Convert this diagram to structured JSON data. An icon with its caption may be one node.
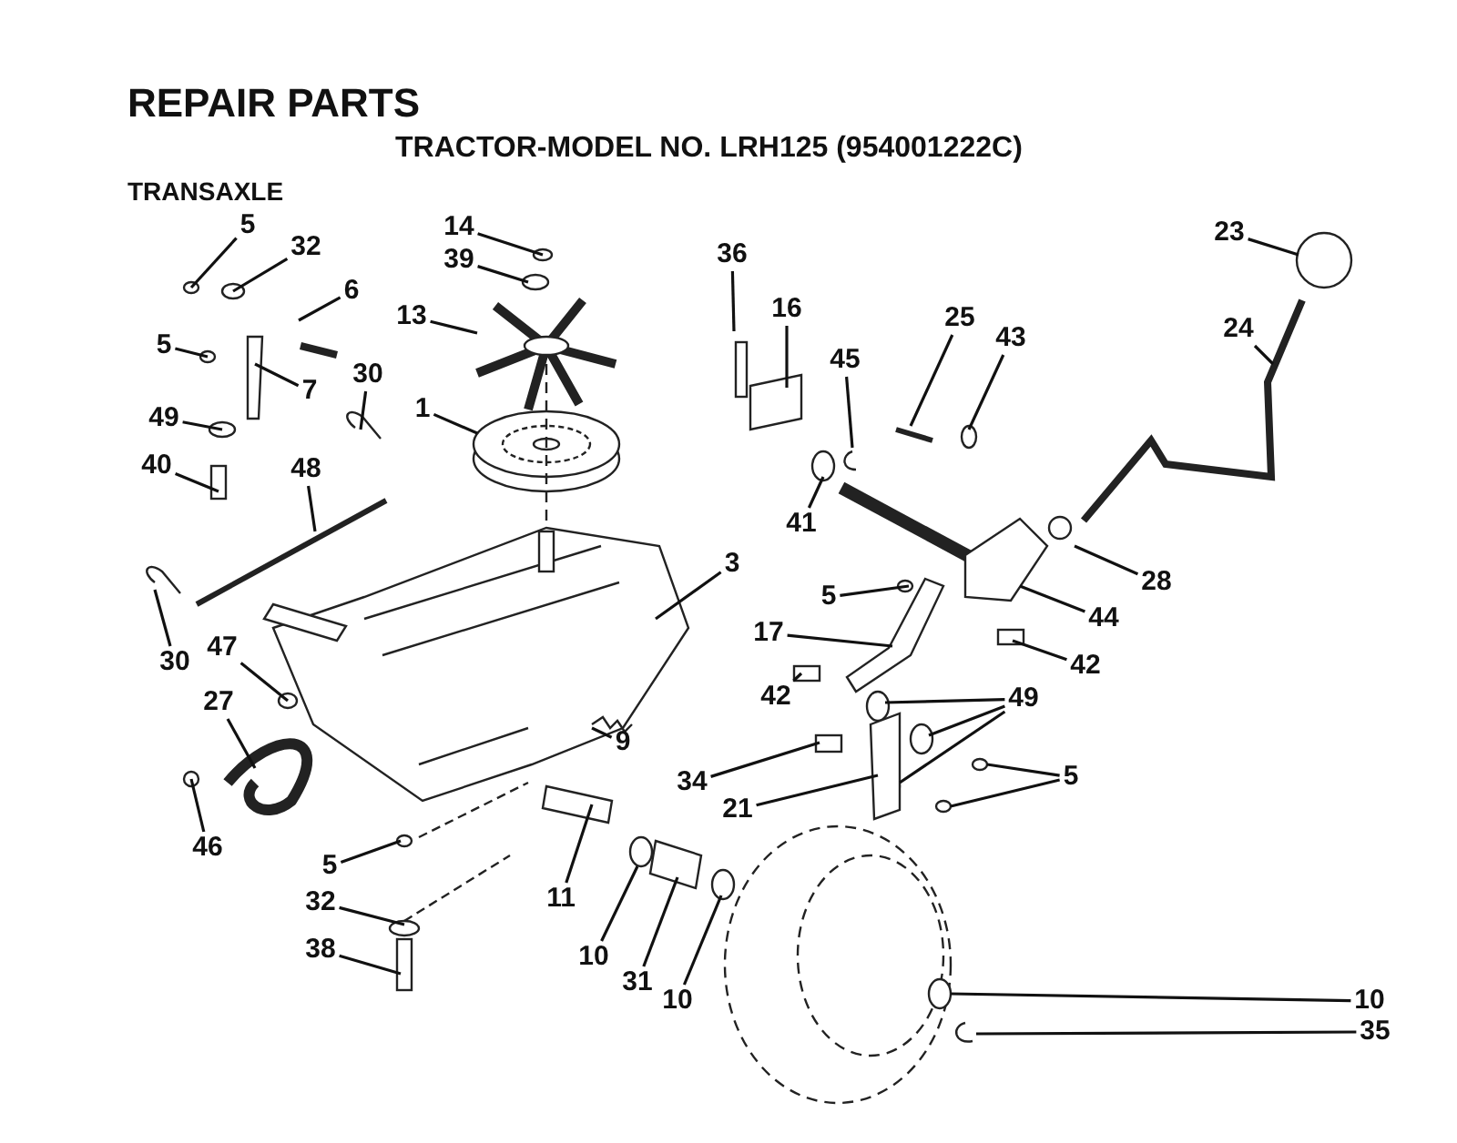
{
  "diagram": {
    "title": "REPAIR PARTS",
    "nodes": [
      {
        "text": [
          "5"
        ]
      },
      {
        "text": [
          "32"
        ]
      },
      {
        "text": [
          "6"
        ]
      },
      {
        "text": [
          "5"
        ]
      },
      {
        "text": [
          "7"
        ]
      },
      {
        "text": [
          "30"
        ]
      },
      {
        "text": [
          "49"
        ]
      },
      {
        "text": [
          "40"
        ]
      },
      {
        "text": [
          "1"
        ]
      },
      {
        "text": [
          "48"
        ]
      },
      {
        "text": [
          "13"
        ]
      },
      {
        "text": [
          "14"
        ]
      },
      {
        "text": [
          "39"
        ]
      },
      {
        "text": [
          "36"
        ]
      },
      {
        "text": [
          "16"
        ]
      },
      {
        "text": [
          "45"
        ]
      },
      {
        "text": [
          "41"
        ]
      },
      {
        "text": [
          "25"
        ]
      },
      {
        "text": [
          "43"
        ]
      },
      {
        "text": [
          "23"
        ]
      },
      {
        "text": [
          "24"
        ]
      },
      {
        "text": [
          "3"
        ]
      },
      {
        "text": [
          "28"
        ]
      },
      {
        "text": [
          "44"
        ]
      },
      {
        "text": [
          "5"
        ]
      },
      {
        "text": [
          "17"
        ]
      },
      {
        "text": [
          "42"
        ]
      },
      {
        "text": [
          "42"
        ]
      },
      {
        "text": [
          "49"
        ]
      },
      {
        "text": [
          "47"
        ]
      },
      {
        "text": [
          "30"
        ]
      },
      {
        "text": [
          "27"
        ]
      },
      {
        "text": [
          "9"
        ]
      },
      {
        "text": [
          "34"
        ]
      },
      {
        "text": [
          "21"
        ]
      },
      {
        "text": [
          "5"
        ]
      },
      {
        "text": [
          "46"
        ]
      },
      {
        "text": [
          "5"
        ]
      },
      {
        "text": [
          "11"
        ]
      },
      {
        "text": [
          "32"
        ]
      },
      {
        "text": [
          "38"
        ]
      },
      {
        "text": [
          "10"
        ]
      },
      {
        "text": [
          "31"
        ]
      },
      {
        "text": [
          "10"
        ]
      },
      {
        "text": [
          "10"
        ]
      },
      {
        "text": [
          "35"
        ]
      }
    ],
    "edges": [
      {
        "from": 0,
        "to": null,
        "arrow": "none"
      },
      {
        "from": 1,
        "to": null,
        "arrow": "none"
      },
      {
        "from": 2,
        "to": null,
        "arrow": "none"
      },
      {
        "from": 3,
        "to": null,
        "arrow": "none"
      },
      {
        "from": 4,
        "to": null,
        "arrow": "none"
      },
      {
        "from": 5,
        "to": null,
        "arrow": "none"
      },
      {
        "from": 6,
        "to": null,
        "arrow": "none"
      },
      {
        "from": 7,
        "to": null,
        "arrow": "none"
      },
      {
        "from": 8,
        "to": null,
        "arrow": "none"
      },
      {
        "from": 9,
        "to": null,
        "arrow": "none"
      },
      {
        "from": 10,
        "to": null,
        "arrow": "none"
      },
      {
        "from": 11,
        "to": null,
        "arrow": "none"
      },
      {
        "from": 12,
        "to": null,
        "arrow": "none"
      },
      {
        "from": 13,
        "to": null,
        "arrow": "none"
      },
      {
        "from": 14,
        "to": null,
        "arrow": "none"
      },
      {
        "from": 15,
        "to": null,
        "arrow": "none"
      },
      {
        "from": 16,
        "to": null,
        "arrow": "none"
      },
      {
        "from": 17,
        "to": null,
        "arrow": "none"
      },
      {
        "from": 18,
        "to": null,
        "arrow": "none"
      },
      {
        "from": 19,
        "to": null,
        "arrow": "none"
      },
      {
        "from": 20,
        "to": null,
        "arrow": "none"
      },
      {
        "from": 21,
        "to": null,
        "arrow": "none"
      },
      {
        "from": 22,
        "to": null,
        "arrow": "none"
      },
      {
        "from": 23,
        "to": null,
        "arrow": "none"
      },
      {
        "from": 24,
        "to": null,
        "arrow": "none"
      },
      {
        "from": 25,
        "to": null,
        "arrow": "none"
      },
      {
        "from": 26,
        "to": null,
        "arrow": "none"
      },
      {
        "from": 27,
        "to": null,
        "arrow": "none"
      },
      {
        "from": 28,
        "to": null,
        "arrow": "none"
      },
      {
        "from": 28,
        "to": null,
        "arrow": "none"
      },
      {
        "from": 28,
        "to": null,
        "arrow": "none"
      },
      {
        "from": 29,
        "to": null,
        "arrow": "none"
      },
      {
        "from": 30,
        "to": null,
        "arrow": "none"
      },
      {
        "from": 31,
        "to": null,
        "arrow": "none"
      },
      {
        "from": 32,
        "to": null,
        "arrow": "none"
      },
      {
        "from": 33,
        "to": null,
        "arrow": "none"
      },
      {
        "from": 34,
        "to": null,
        "arrow": "none"
      },
      {
        "from": 35,
        "to": null,
        "arrow": "none"
      },
      {
        "from": 35,
        "to": null,
        "arrow": "none"
      },
      {
        "from": 36,
        "to": null,
        "arrow": "none"
      },
      {
        "from": 37,
        "to": null,
        "arrow": "none"
      },
      {
        "from": 38,
        "to": null,
        "arrow": "none"
      },
      {
        "from": 39,
        "to": null,
        "arrow": "none"
      },
      {
        "from": 40,
        "to": null,
        "arrow": "none"
      },
      {
        "from": 41,
        "to": null,
        "arrow": "none"
      },
      {
        "from": 42,
        "to": null,
        "arrow": "none"
      },
      {
        "from": 43,
        "to": null,
        "arrow": "none"
      },
      {
        "from": 44,
        "to": null,
        "arrow": "none"
      },
      {
        "from": 45,
        "to": null,
        "arrow": "none"
      }
    ],
    "labels": [
      "TRACTOR-MODEL NO. LRH125 (954001222C)",
      "TRANSAXLE"
    ]
  }
}
